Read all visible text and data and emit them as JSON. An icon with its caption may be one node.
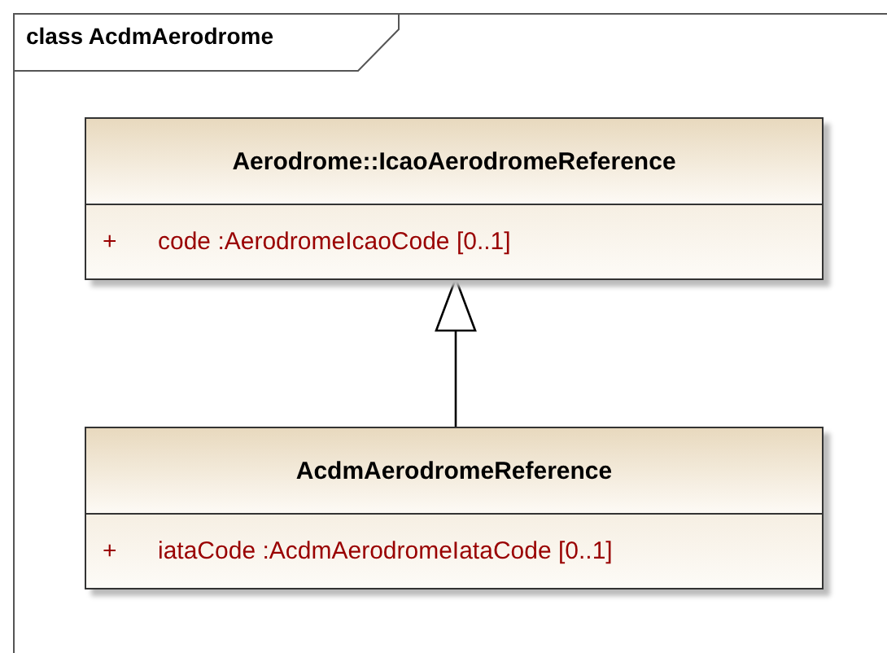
{
  "diagram": {
    "title": "class AcdmAerodrome",
    "nodes": [
      {
        "text": [
          "Aerodrome::IcaoAerodromeReference",
          "+",
          "code :AerodromeIcaoCode [0..1]"
        ]
      },
      {
        "text": [
          "AcdmAerodromeReference",
          "+",
          "iataCode :AcdmAerodromeIataCode [0..1]"
        ]
      }
    ],
    "edges": [
      {
        "from": 1,
        "to": 0,
        "arrow": "to"
      }
    ]
  }
}
